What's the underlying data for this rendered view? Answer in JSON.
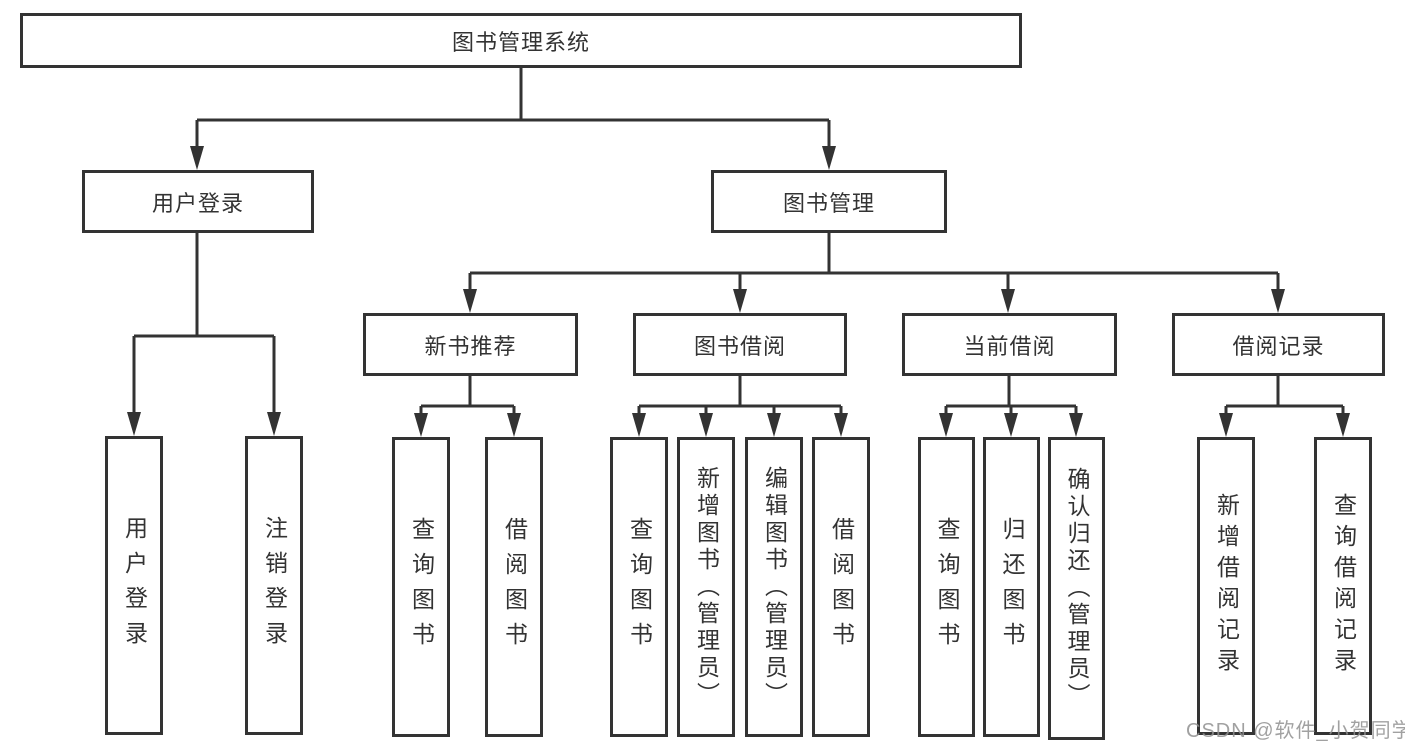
{
  "diagram": {
    "type": "hierarchy-tree",
    "line_color": "#333333",
    "box_border_color": "#333333",
    "text_color": "#333333",
    "background_color": "#ffffff",
    "tree": {
      "label": "图书管理系统",
      "children": [
        {
          "label": "用户登录",
          "children": [
            {
              "label": "用户登录"
            },
            {
              "label": "注销登录"
            }
          ]
        },
        {
          "label": "图书管理",
          "children": [
            {
              "label": "新书推荐",
              "children": [
                {
                  "label": "查询图书"
                },
                {
                  "label": "借阅图书"
                }
              ]
            },
            {
              "label": "图书借阅",
              "children": [
                {
                  "label": "查询图书"
                },
                {
                  "label": "新增图书（管理员）"
                },
                {
                  "label": "编辑图书（管理员）"
                },
                {
                  "label": "借阅图书"
                }
              ]
            },
            {
              "label": "当前借阅",
              "children": [
                {
                  "label": "查询图书"
                },
                {
                  "label": "归还图书"
                },
                {
                  "label": "确认归还（管理员）"
                }
              ]
            },
            {
              "label": "借阅记录",
              "children": [
                {
                  "label": "新增借阅记录"
                },
                {
                  "label": "查询借阅记录"
                }
              ]
            }
          ]
        }
      ]
    }
  },
  "watermark": {
    "text": "CSDN @软件_小贺同学",
    "color": "#919191"
  }
}
